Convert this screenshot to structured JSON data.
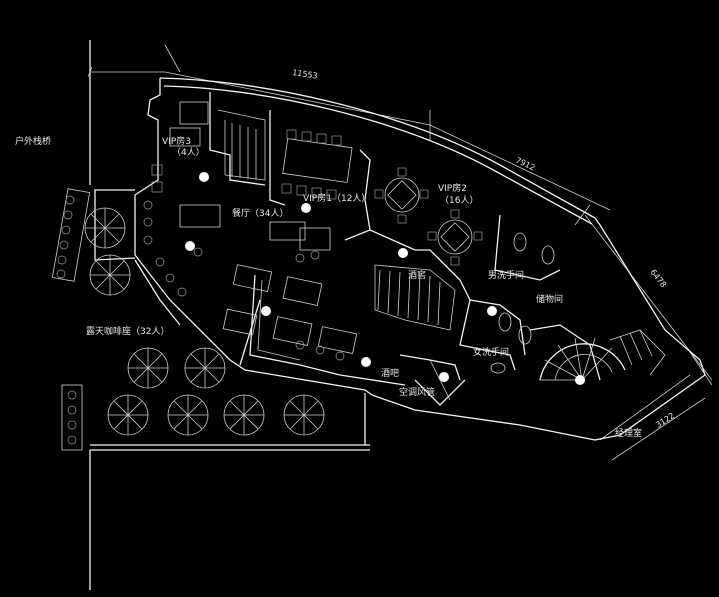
{
  "labels": {
    "outdoor_bridge": "户外栈桥",
    "vip3": "VIP房3",
    "vip3_cap": "（4人）",
    "dining_hall": "餐厅（34人）",
    "vip1": "VIP房1（12人）",
    "vip2": "VIP房2",
    "vip2_cap": "（16人）",
    "wine_cellar": "酒窖",
    "mens_wc": "男洗手间",
    "storage": "储物间",
    "womens_wc": "女洗手间",
    "bar": "酒吧",
    "ac_duct": "空调风管",
    "outdoor_cafe": "露天咖啡座（32人）",
    "manager_room": "经理室"
  },
  "dimensions": {
    "top": "11553",
    "mid": "7912",
    "right": "6478",
    "bottom_right": "3122"
  },
  "colors": {
    "background": "#000000",
    "lines": "#f2f2f2",
    "text": "#e8e8e8",
    "light_dot": "#ffffff"
  }
}
